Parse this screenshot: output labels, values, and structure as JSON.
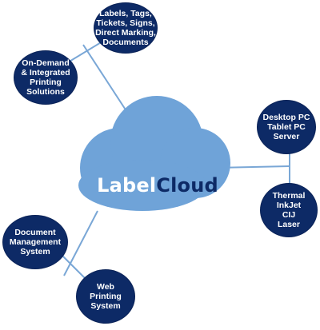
{
  "logo": {
    "part1": "Label",
    "part2": "Cloud"
  },
  "nodes": [
    {
      "id": "labels",
      "text": "Labels, Tags,\nTickets, Signs,\nDirect Marking,\nDocuments"
    },
    {
      "id": "on-demand",
      "text": "On-Demand\n& Integrated\nPrinting\nSolutions"
    },
    {
      "id": "desktop",
      "text": "Desktop PC\nTablet PC\nServer"
    },
    {
      "id": "printers",
      "text": "Thermal\nInkJet\nCIJ\nLaser"
    },
    {
      "id": "document",
      "text": "Document\nManagement\nSystem"
    },
    {
      "id": "web",
      "text": "Web\nPrinting\nSystem"
    }
  ],
  "colors": {
    "cloud": "#6fa3d8",
    "cloud_edge": "#5b8fc7",
    "node_fill": "#0d2a66",
    "connector": "#7aa7d6"
  }
}
